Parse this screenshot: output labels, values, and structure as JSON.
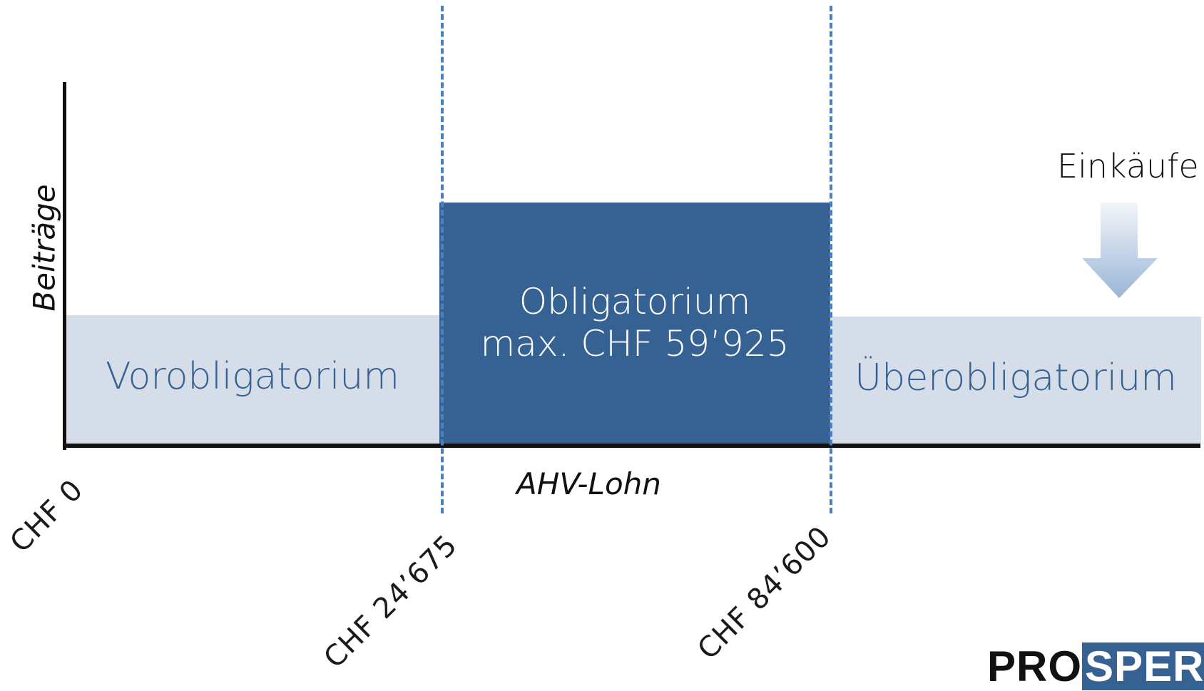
{
  "diagram": {
    "y_axis_label": "Beiträge",
    "x_axis_label": "AHV-Lohn",
    "ticks": [
      "CHF 0",
      "CHF 24’675",
      "CHF 84’600"
    ],
    "regions": {
      "pre": {
        "label": "Vorobligatorium"
      },
      "mandatory": {
        "line1": "Obligatorium",
        "line2": "max. CHF 59’925"
      },
      "super": {
        "label": "Überobligatorium"
      }
    },
    "purchases": {
      "label": "Einkäufe"
    }
  },
  "logo": {
    "part1": "PRO",
    "part2": "SPER"
  },
  "colors": {
    "light_region": "#d5dde8",
    "dark_region": "#356193",
    "region_text": "#356193",
    "dashed_line": "#4b7fc0"
  },
  "icons": {
    "arrow": "down-arrow-icon"
  }
}
